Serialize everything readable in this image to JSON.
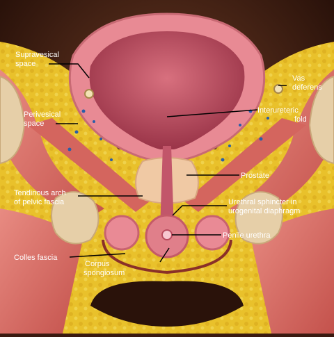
{
  "labels": {
    "supravesical": [
      "Supravesical",
      "space"
    ],
    "vas_deferens": [
      "Vas",
      "deferens"
    ],
    "perivesical": [
      "Perivesical",
      "space"
    ],
    "interureteric": [
      "Interureteric",
      "fold"
    ],
    "prostate": "Prostate",
    "tendinous_arch": [
      "Tendinous arch",
      "of pelvic fascia"
    ],
    "urethral_sphincter": [
      "Urethral sphincter in",
      "urogenital diaphragm"
    ],
    "penile_urethra": "Penile urethra",
    "colles_fascia": "Colles fascia",
    "corpus_spongiosum": [
      "Corpus",
      "spongiosum"
    ]
  },
  "colors": {
    "background": "#3a1a10",
    "fat": "#e9c12b",
    "muscle": "#d9756e",
    "bladder_wall": "#e88a94",
    "bladder_lumen": "#b94a5c",
    "bone": "#e6cfa8",
    "leader_line": "#000000",
    "label_text": "#ffffff"
  }
}
